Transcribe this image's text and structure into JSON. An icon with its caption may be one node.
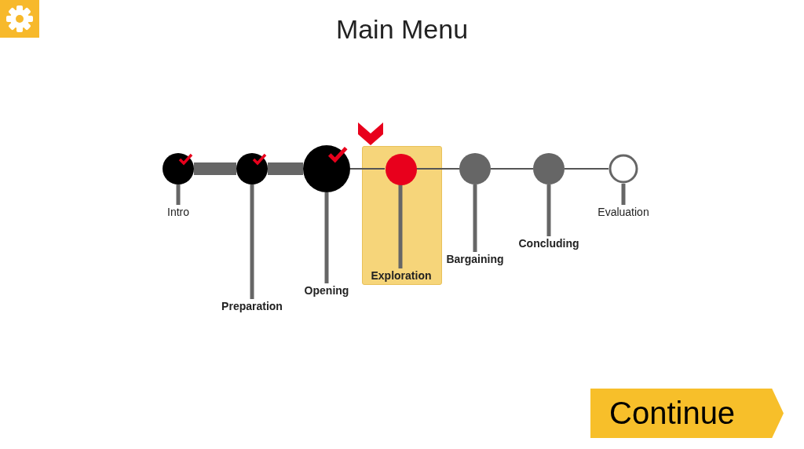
{
  "diagram": {
    "title": "Main Menu",
    "nodes": [
      {
        "text": [],
        "shape": "circle"
      },
      {
        "text": [
          "Intro"
        ]
      },
      {
        "text": [],
        "shape": "circle"
      },
      {
        "text": [
          "Preparation"
        ]
      },
      {
        "text": [],
        "shape": "circle"
      },
      {
        "text": [
          "Opening"
        ]
      },
      {
        "text": [],
        "shape": "box"
      },
      {
        "text": [],
        "shape": "circle",
        "in": 6
      },
      {
        "text": [
          "Exploration"
        ],
        "in": 6
      },
      {
        "text": [],
        "shape": "circle"
      },
      {
        "text": [
          "Bargaining"
        ]
      },
      {
        "text": [],
        "shape": "circle"
      },
      {
        "text": [
          "Concluding"
        ]
      },
      {
        "text": [],
        "shape": "circle"
      },
      {
        "text": [
          "Evaluation"
        ]
      }
    ],
    "edges": [
      {
        "from": 0,
        "to": 2,
        "arrow": "none",
        "style": "thick"
      },
      {
        "from": 2,
        "to": 4,
        "arrow": "none",
        "style": "thick"
      },
      {
        "from": 4,
        "to": 7,
        "arrow": "none"
      },
      {
        "from": 7,
        "to": 9,
        "arrow": "none"
      },
      {
        "from": 9,
        "to": 11,
        "arrow": "none"
      },
      {
        "from": 11,
        "to": 13,
        "arrow": "none"
      },
      {
        "from": 0,
        "to": 1,
        "arrow": "none"
      },
      {
        "from": 2,
        "to": 3,
        "arrow": "none"
      },
      {
        "from": 4,
        "to": 5,
        "arrow": "none"
      },
      {
        "from": 7,
        "to": 8,
        "arrow": "none"
      },
      {
        "from": 9,
        "to": 10,
        "arrow": "none"
      },
      {
        "from": 11,
        "to": 12,
        "arrow": "none"
      },
      {
        "from": 13,
        "to": 14,
        "arrow": "none"
      }
    ],
    "labels": [
      "Continue"
    ]
  }
}
